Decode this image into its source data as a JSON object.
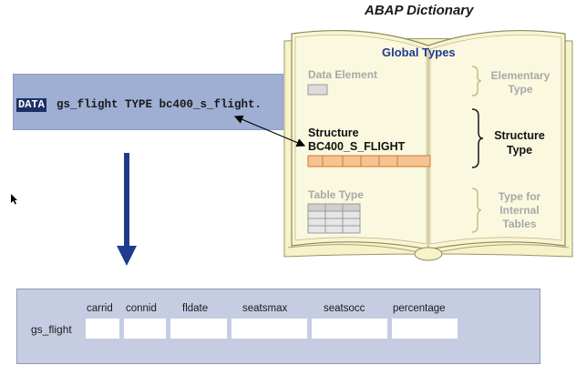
{
  "book_title": "ABAP Dictionary",
  "code": {
    "keyword": "DATA",
    "statement": "gs_flight TYPE bc400_s_flight."
  },
  "dictionary": {
    "heading": "Global Types",
    "data_element": {
      "label": "Data Element",
      "kind": "Elementary Type"
    },
    "structure": {
      "label": "Structure",
      "name": "BC400_S_FLIGHT",
      "kind": "Structure Type"
    },
    "table_type": {
      "label": "Table Type",
      "kind": "Type for Internal Tables"
    }
  },
  "variable": {
    "name": "gs_flight",
    "columns": [
      "carrid",
      "connid",
      "fldate",
      "seatsmax",
      "seatsocc",
      "percentage"
    ]
  },
  "colors": {
    "code_bg": "#9fafd3",
    "keyword_bg": "#1c2f66",
    "book_page": "#f7f3c9",
    "structure_cell": "#f6c38e",
    "arrow": "#1f3b8c",
    "variable_bg": "#c6cde3"
  }
}
